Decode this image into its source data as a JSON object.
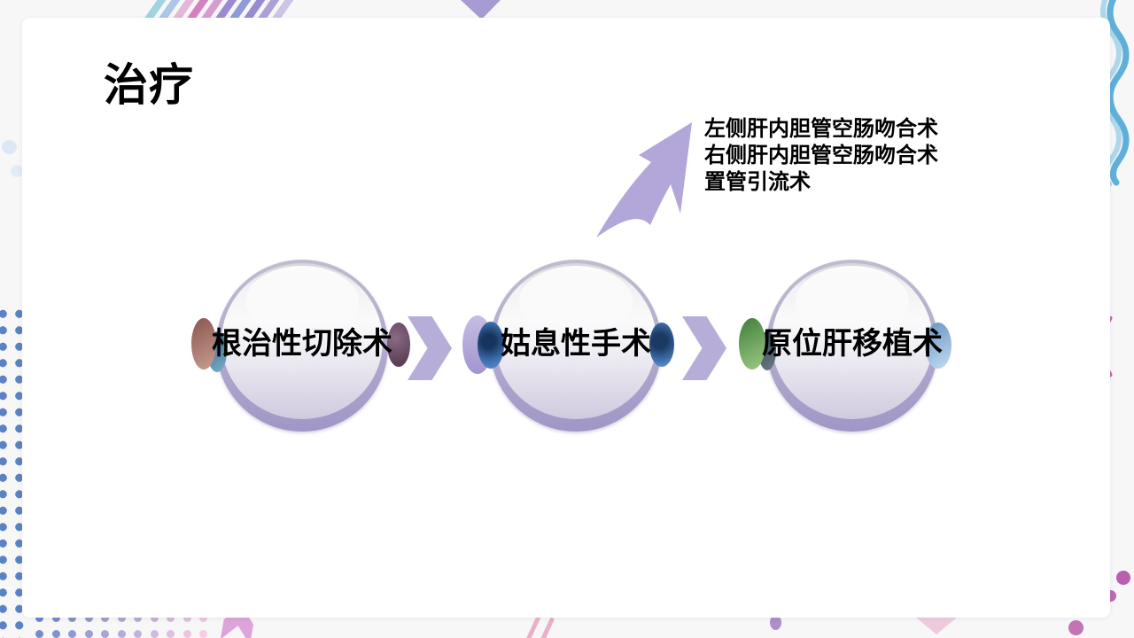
{
  "slide": {
    "title": "治疗",
    "process_steps": [
      {
        "label": "根治性切除术"
      },
      {
        "label": "姑息性手术"
      },
      {
        "label": "原位肝移植术"
      }
    ],
    "branch_annotation": {
      "lines": [
        "左侧肝内胆管空肠吻合术",
        "右侧肝内胆管空肠吻合术",
        "置管引流术"
      ]
    },
    "colors": {
      "chevron_arrow": "#b6aed9",
      "swoosh_arrow": "#b3a6d8",
      "sphere_ring": "#a99fc9",
      "sphere_body_bottom": "#d0cadf",
      "text": "#000000",
      "wave_blue": "#5fb0d8",
      "wave_blue_light": "#aed7ea",
      "grid_dot_blue": "#5b82c4",
      "accent_magenta": "#c469aa"
    }
  },
  "decor": {
    "stripe_colors": [
      "#9fd4e0",
      "#aac6e8",
      "#e3b8da",
      "#d481c2",
      "#d99cce",
      "#9c8ad0",
      "#8f9ad8",
      "#988cd0",
      "#ae9fd8",
      "#cdc4e6"
    ],
    "dot_row_start": "#6b85c4",
    "dot_row_end": "#efc4dc",
    "dot_row_count": 11
  }
}
